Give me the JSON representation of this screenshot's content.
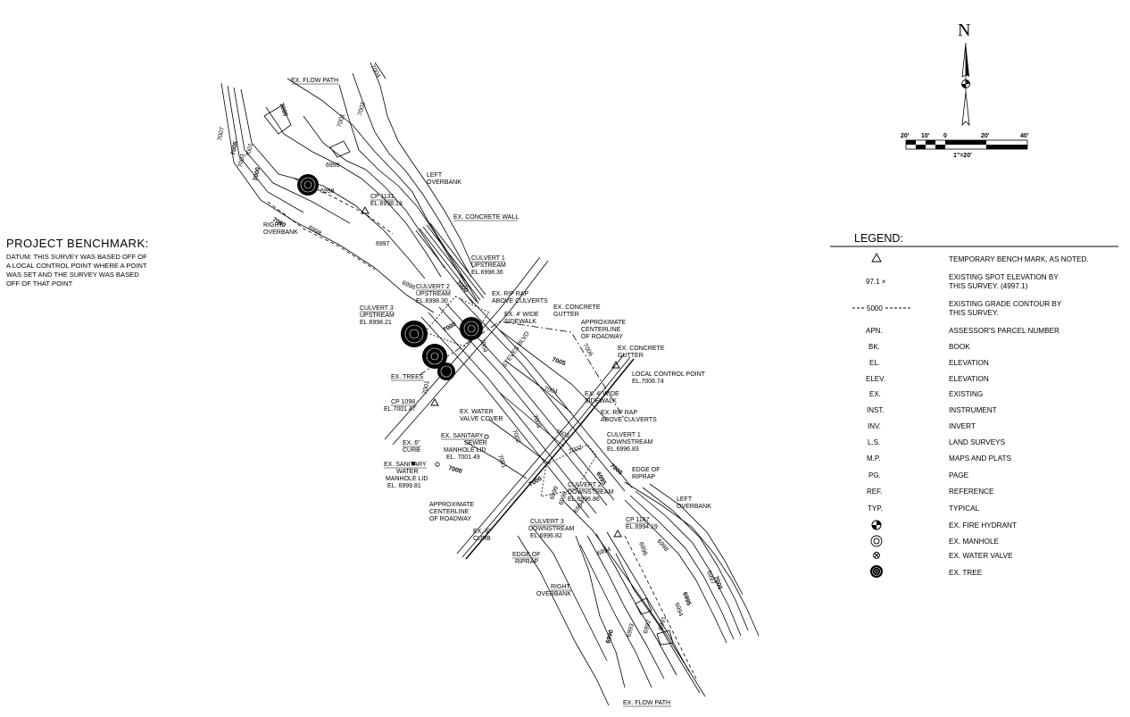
{
  "benchmark": {
    "title": "PROJECT BENCHMARK:",
    "lines": [
      "DATUM: THIS SURVEY WAS BASED OFF OF",
      "A LOCAL CONTROL POINT WHERE A POINT",
      "WAS SET AND THE SURVEY WAS BASED",
      "OFF OF THAT POINT"
    ]
  },
  "north_arrow": {
    "letter": "N"
  },
  "scale_bar": {
    "ticks": [
      "20'",
      "10'",
      "0",
      "20'",
      "40'"
    ],
    "ratio": "1\"=20'"
  },
  "legend": {
    "title": "LEGEND:",
    "rows": [
      {
        "symbol": "triangle-icon",
        "abbr": "",
        "desc": [
          "TEMPORARY BENCH MARK, AS NOTED."
        ]
      },
      {
        "symbol": "spot-elevation-icon",
        "abbr": "97.1 ×",
        "desc": [
          "EXISTING SPOT ELEVATION BY",
          "THIS SURVEY. (4997.1)"
        ]
      },
      {
        "symbol": "contour-line-icon",
        "abbr": "5000",
        "desc": [
          "EXISTING GRADE CONTOUR BY",
          "THIS SURVEY."
        ]
      },
      {
        "symbol": "",
        "abbr": "APN.",
        "desc": [
          "ASSESSOR'S PARCEL NUMBER"
        ]
      },
      {
        "symbol": "",
        "abbr": "BK.",
        "desc": [
          "BOOK"
        ]
      },
      {
        "symbol": "",
        "abbr": "EL.",
        "desc": [
          "ELEVATION"
        ]
      },
      {
        "symbol": "",
        "abbr": "ELEV.",
        "desc": [
          "ELEVATION"
        ]
      },
      {
        "symbol": "",
        "abbr": "EX.",
        "desc": [
          "EXISTING"
        ]
      },
      {
        "symbol": "",
        "abbr": "INST.",
        "desc": [
          "INSTRUMENT"
        ]
      },
      {
        "symbol": "",
        "abbr": "INV.",
        "desc": [
          "INVERT"
        ]
      },
      {
        "symbol": "",
        "abbr": "L.S.",
        "desc": [
          "LAND SURVEYS"
        ]
      },
      {
        "symbol": "",
        "abbr": "M.P.",
        "desc": [
          "MAPS AND PLATS"
        ]
      },
      {
        "symbol": "",
        "abbr": "PG.",
        "desc": [
          "PAGE"
        ]
      },
      {
        "symbol": "",
        "abbr": "REF.",
        "desc": [
          "REFERENCE"
        ]
      },
      {
        "symbol": "",
        "abbr": "TYP.",
        "desc": [
          "TYPICAL"
        ]
      },
      {
        "symbol": "fire-hydrant-icon",
        "abbr": "",
        "desc": [
          "EX. FIRE HYDRANT"
        ]
      },
      {
        "symbol": "manhole-icon",
        "abbr": "",
        "desc": [
          "EX. MANHOLE"
        ]
      },
      {
        "symbol": "water-valve-icon",
        "abbr": "",
        "desc": [
          "EX. WATER VALVE"
        ]
      },
      {
        "symbol": "tree-icon",
        "abbr": "",
        "desc": [
          "EX. TREE"
        ]
      }
    ]
  },
  "plan": {
    "labels": [
      {
        "text": "EX. FLOW PATH",
        "u": true
      },
      {
        "text": "7004"
      },
      {
        "text": "7002"
      },
      {
        "text": "7001"
      },
      {
        "text": "7000",
        "b": true
      },
      {
        "text": "7007"
      },
      {
        "text": "7005",
        "b": true
      },
      {
        "text": "7003"
      },
      {
        "text": "7001"
      },
      {
        "text": "7000",
        "b": true
      },
      {
        "text": "6999"
      },
      {
        "text": "6998"
      },
      {
        "text": "LEFT"
      },
      {
        "text": "OVERBANK"
      },
      {
        "text": "CP 1131",
        "u": true
      },
      {
        "text": "EL.6998.13"
      },
      {
        "text": "RIGHT"
      },
      {
        "text": "OVERBANK"
      },
      {
        "text": "7000",
        "b": true
      },
      {
        "text": "6998"
      },
      {
        "text": "EX. CONCRETE WALL",
        "u": true
      },
      {
        "text": "6997"
      },
      {
        "text": "CULVERT 1",
        "u": true
      },
      {
        "text": "UPSTREAM"
      },
      {
        "text": "EL.6998.36"
      },
      {
        "text": "6996"
      },
      {
        "text": "CULVERT 2",
        "u": true
      },
      {
        "text": "UPSTREAM"
      },
      {
        "text": "EL.6998.30"
      },
      {
        "text": "7000",
        "b": true
      },
      {
        "text": "EX. RIP RAP"
      },
      {
        "text": "ABOVE CULVERTS"
      },
      {
        "text": "EX. CONCRETE"
      },
      {
        "text": "GUTTER"
      },
      {
        "text": "EX. 4' WIDE"
      },
      {
        "text": "SIDEWALK"
      },
      {
        "text": "CULVERT 3",
        "u": true
      },
      {
        "text": "UPSTREAM"
      },
      {
        "text": "EL.6998.21"
      },
      {
        "text": "7000",
        "b": true
      },
      {
        "text": "APPROXIMATE"
      },
      {
        "text": "CENTERLINE"
      },
      {
        "text": "OF ROADWAY"
      },
      {
        "text": "7004"
      },
      {
        "text": "STEVES BLVD"
      },
      {
        "text": "7006"
      },
      {
        "text": "7005",
        "b": true
      },
      {
        "text": "EX. CONCRETE"
      },
      {
        "text": "GUTTER"
      },
      {
        "text": "LOCAL CONTROL POINT"
      },
      {
        "text": "EL.7006.74"
      },
      {
        "text": "EX. TREES",
        "u": true
      },
      {
        "text": "CP 1098",
        "u": true
      },
      {
        "text": "EL.7001.47"
      },
      {
        "text": "7001"
      },
      {
        "text": "7004"
      },
      {
        "text": "EX. 4' WIDE"
      },
      {
        "text": "SIDEWALK"
      },
      {
        "text": "EX. WATER"
      },
      {
        "text": "VALVE COVER"
      },
      {
        "text": "7003"
      },
      {
        "text": "7002"
      },
      {
        "text": "7003"
      },
      {
        "text": "EX. RIP RAP"
      },
      {
        "text": "ABOVE CULVERTS"
      },
      {
        "text": "EX. 6\"",
        "u": true
      },
      {
        "text": "CURB"
      },
      {
        "text": "EX. SANITARY",
        "u": true
      },
      {
        "text": "SEWER"
      },
      {
        "text": "MANHOLE LID"
      },
      {
        "text": "EL. 7001.49"
      },
      {
        "text": "7001"
      },
      {
        "text": "7002"
      },
      {
        "text": "CULVERT 1"
      },
      {
        "text": "DOWNSTREAM"
      },
      {
        "text": "EL.6996.83"
      },
      {
        "text": "EX. SANITARY",
        "u": true
      },
      {
        "text": "WATER"
      },
      {
        "text": "MANHOLE LID"
      },
      {
        "text": "EL. 6999.81"
      },
      {
        "text": "7000",
        "b": true
      },
      {
        "text": "7000",
        "b": true
      },
      {
        "text": "7000",
        "b": true
      },
      {
        "text": "6995",
        "b": true
      },
      {
        "text": "EDGE OF"
      },
      {
        "text": "RIPRAP"
      },
      {
        "text": "CULVERT 2",
        "u": true
      },
      {
        "text": "DOWNSTREAM"
      },
      {
        "text": "EL.6996.86"
      },
      {
        "text": "APPROXIMATE"
      },
      {
        "text": "CENTERLINE"
      },
      {
        "text": "OF ROADWAY"
      },
      {
        "text": "6999"
      },
      {
        "text": "6998"
      },
      {
        "text": "6994"
      },
      {
        "text": "LEFT"
      },
      {
        "text": "OVERBANK"
      },
      {
        "text": "CULVERT 3",
        "u": true
      },
      {
        "text": "DOWNSTREAM"
      },
      {
        "text": "EL.6996.82"
      },
      {
        "text": "CP 1167",
        "u": true
      },
      {
        "text": "EL.6994.19"
      },
      {
        "text": "EX. 6\""
      },
      {
        "text": "CURB"
      },
      {
        "text": "6996"
      },
      {
        "text": "6998"
      },
      {
        "text": "EDGE OF",
        "u": true
      },
      {
        "text": "RIPRAP"
      },
      {
        "text": "6994"
      },
      {
        "text": "RIGHT",
        "u": true
      },
      {
        "text": "OVERBANK"
      },
      {
        "text": "6997"
      },
      {
        "text": "7000",
        "b": true
      },
      {
        "text": "6995",
        "b": true
      },
      {
        "text": "6994"
      },
      {
        "text": "6990",
        "b": true
      },
      {
        "text": "6993"
      },
      {
        "text": "6992"
      },
      {
        "text": "6991"
      },
      {
        "text": "EX. FLOW PATH",
        "u": true
      }
    ]
  }
}
